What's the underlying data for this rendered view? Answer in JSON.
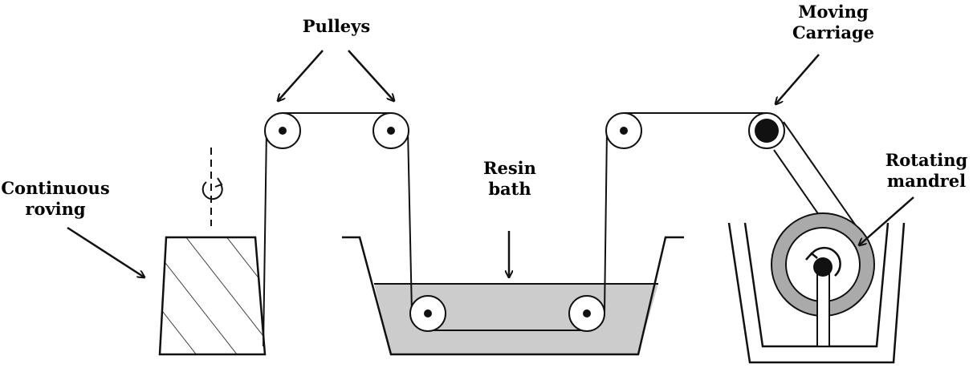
{
  "labels": {
    "pulleys": "Pulleys",
    "moving_carriage_1": "Moving",
    "moving_carriage_2": "Carriage",
    "continuous_roving_1": "Continuous",
    "continuous_roving_2": "roving",
    "resin_bath_1": "Resin",
    "resin_bath_2": "bath",
    "rotating_mandrel_1": "Rotating",
    "rotating_mandrel_2": "mandrel"
  },
  "colors": {
    "line": "#111111",
    "resin": "#cccccc",
    "mandrel_ring": "#aaaaaa",
    "background": "#ffffff"
  },
  "icons": [
    "rotation-arrow-icon",
    "pulley-icon",
    "mandrel-rotation-icon"
  ]
}
